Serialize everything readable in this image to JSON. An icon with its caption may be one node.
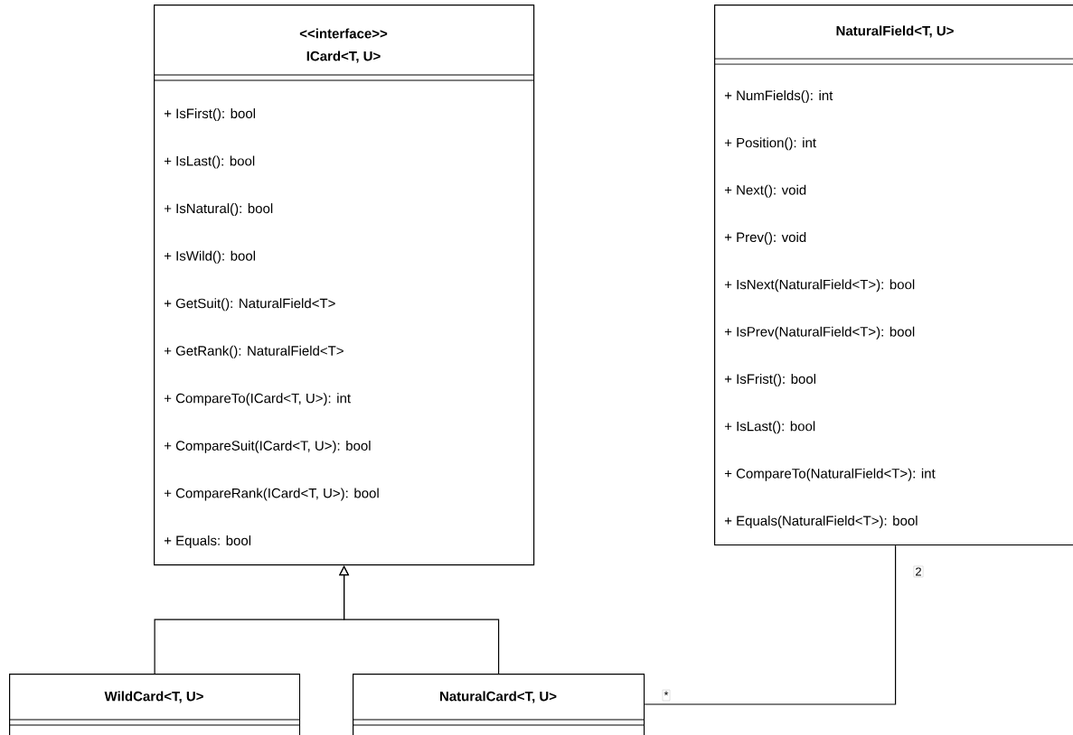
{
  "diagram": {
    "nodes": [
      {
        "text": [
          "<<interface>>",
          "ICard<T, U>",
          "+ IsFirst(): bool",
          "+ IsLast(): bool",
          "+ IsNatural(): bool",
          "+ IsWild(): bool",
          "+ GetSuit(): NaturalField<T>",
          "+ GetRank(): NaturalField<T>",
          "+ CompareTo(ICard<T, U>): int",
          "+ CompareSuit(ICard<T, U>): bool",
          "+ CompareRank(ICard<T, U>): bool",
          "+ Equals: bool"
        ]
      },
      {
        "text": [
          "NaturalField<T, U>",
          "+ NumFields(): int",
          "+ Position(): int",
          "+ Next(): void",
          "+ Prev(): void",
          "+ IsNext(NaturalField<T>): bool",
          "+ IsPrev(NaturalField<T>): bool",
          "+ IsFrist(): bool",
          "+ IsLast(): bool",
          "+ CompareTo(NaturalField<T>): int",
          "+ Equals(NaturalField<T>): bool"
        ]
      },
      {
        "text": [
          "WildCard<T, U>"
        ]
      },
      {
        "text": [
          "NaturalCard<T, U>"
        ]
      }
    ],
    "edges": [
      {
        "from": 2,
        "to": 0,
        "arrow": "to"
      },
      {
        "from": 3,
        "to": 0,
        "arrow": "to"
      },
      {
        "from": 3,
        "to": 1,
        "arrow": "none"
      }
    ],
    "labels": [
      "*",
      "2"
    ]
  }
}
